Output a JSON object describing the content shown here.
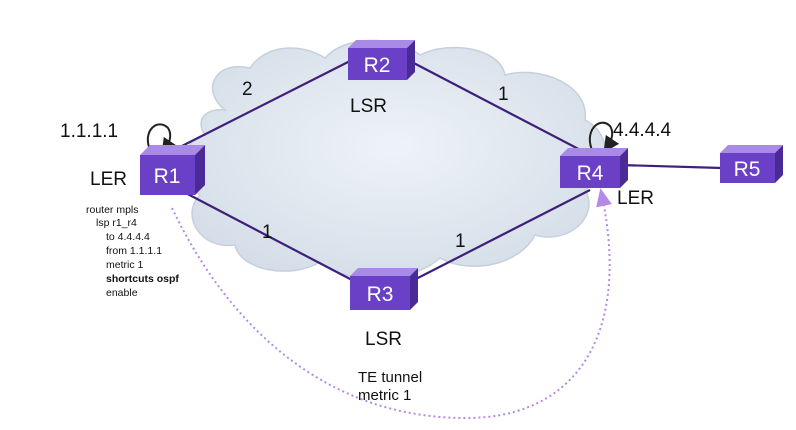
{
  "routers": {
    "r1": {
      "label": "R1"
    },
    "r2": {
      "label": "R2"
    },
    "r3": {
      "label": "R3"
    },
    "r4": {
      "label": "R4"
    },
    "r5": {
      "label": "R5"
    }
  },
  "links": {
    "r1_r2": "2",
    "r2_r4": "1",
    "r1_r3": "1",
    "r3_r4": "1"
  },
  "roles": {
    "r1": "LER",
    "r2": "LSR",
    "r3": "LSR",
    "r4": "LER"
  },
  "addresses": {
    "r1": "1.1.1.1",
    "r4": "4.4.4.4"
  },
  "config": {
    "lines": [
      "router mpls",
      "lsp r1_r4",
      "to 4.4.4.4",
      "from 1.1.1.1",
      "metric 1",
      "shortcuts ospf",
      "enable"
    ]
  },
  "tunnel": {
    "line1": "TE tunnel",
    "line2": "metric 1"
  },
  "colors": {
    "router_front": "#6a41c6",
    "router_top": "#a98ae6",
    "router_side": "#4a2a96",
    "link": "#3e1f7a",
    "cloud_fill": "#dfe7f0",
    "tunnel_arrow": "#b48ae6"
  }
}
